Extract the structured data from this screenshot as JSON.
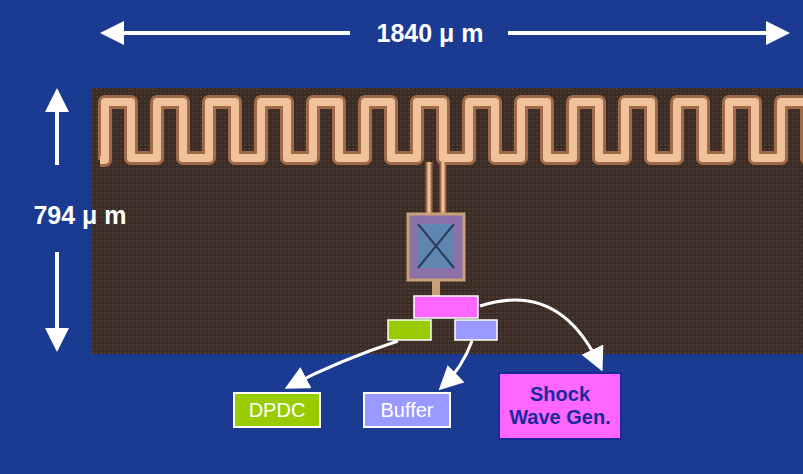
{
  "diagram": {
    "nodes": [
      {
        "text": [
          "DPDC"
        ]
      },
      {
        "text": [
          "Buffer"
        ]
      },
      {
        "text": [
          "Shock Wave Gen."
        ]
      }
    ],
    "labels": [
      "1840 μ m",
      "794 μ m"
    ]
  }
}
